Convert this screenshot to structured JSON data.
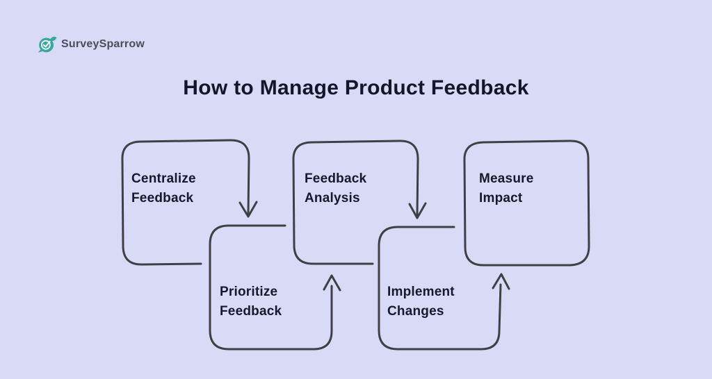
{
  "page": {
    "background_color": "#d9daf5"
  },
  "logo": {
    "brand": "SurveySparrow",
    "icon": "surveysparrow-bird-check-icon",
    "icon_color": "#35a89f",
    "text_color": "#4c4c5c"
  },
  "title": "How to Manage Product Feedback",
  "diagram": {
    "type": "flowchart",
    "stroke_color": "#3f3f46",
    "label_color": "#17172d",
    "flow_order": [
      "Centralize Feedback",
      "Prioritize Feedback",
      "Feedback Analysis",
      "Implement Changes",
      "Measure Impact"
    ],
    "steps": [
      {
        "label": "Centralize\nFeedback",
        "row": "top",
        "connector": "arrow-down-to-next"
      },
      {
        "label": "Prioritize\nFeedback",
        "row": "bottom",
        "connector": "arrow-up-to-next"
      },
      {
        "label": "Feedback\nAnalysis",
        "row": "top",
        "connector": "arrow-down-to-next"
      },
      {
        "label": "Implement\nChanges",
        "row": "bottom",
        "connector": "arrow-up-to-next"
      },
      {
        "label": "Measure\nImpact",
        "row": "top",
        "connector": "none"
      }
    ]
  }
}
